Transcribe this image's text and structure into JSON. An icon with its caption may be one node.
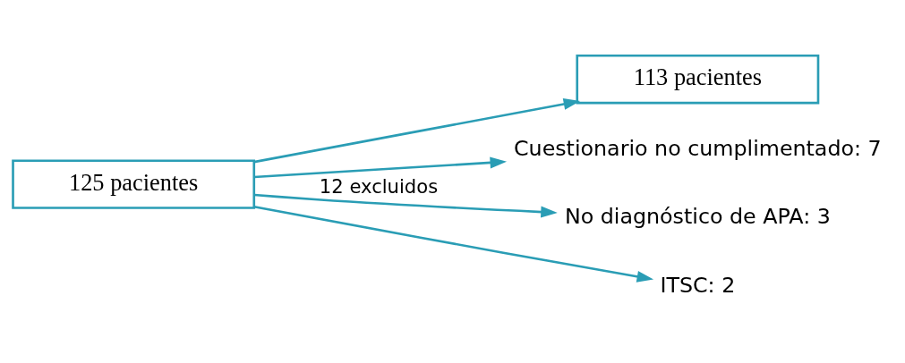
{
  "diagram": {
    "nodes": [
      {
        "text": [
          "125 pacientes"
        ]
      },
      {
        "text": [
          "113 pacientes"
        ]
      },
      {
        "text": [
          "Cuestionario no cumplimentado: 7"
        ]
      },
      {
        "text": [
          "No diagnóstico de APA: 3"
        ]
      },
      {
        "text": [
          "ITSC: 2"
        ]
      }
    ],
    "edges": [
      {
        "from": 0,
        "to": 1,
        "arrow": "to"
      },
      {
        "from": 0,
        "to": 2,
        "arrow": "to"
      },
      {
        "from": 0,
        "to": 3,
        "arrow": "to",
        "label": "12 excluidos"
      },
      {
        "from": 0,
        "to": 4,
        "arrow": "to"
      }
    ]
  }
}
